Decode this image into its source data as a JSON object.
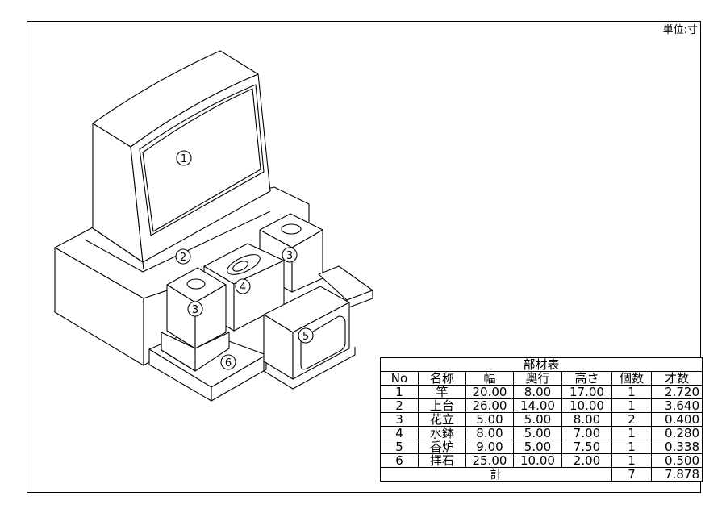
{
  "unit_label": "単位:寸",
  "callouts": [
    "1",
    "2",
    "3",
    "4",
    "3",
    "5",
    "6"
  ],
  "table": {
    "title": "部材表",
    "headers": [
      "No",
      "名称",
      "幅",
      "奥行",
      "高さ",
      "個数",
      "才数"
    ],
    "rows": [
      [
        "1",
        "竿",
        "20.00",
        "8.00",
        "17.00",
        "1",
        "2.720"
      ],
      [
        "2",
        "上台",
        "26.00",
        "14.00",
        "10.00",
        "1",
        "3.640"
      ],
      [
        "3",
        "花立",
        "5.00",
        "5.00",
        "8.00",
        "2",
        "0.400"
      ],
      [
        "4",
        "水鉢",
        "8.00",
        "5.00",
        "7.00",
        "1",
        "0.280"
      ],
      [
        "5",
        "香炉",
        "9.00",
        "5.00",
        "7.50",
        "1",
        "0.338"
      ],
      [
        "6",
        "拝石",
        "25.00",
        "10.00",
        "2.00",
        "1",
        "0.500"
      ]
    ],
    "total_label": "計",
    "total_count": "7",
    "total_sai": "7.878"
  }
}
